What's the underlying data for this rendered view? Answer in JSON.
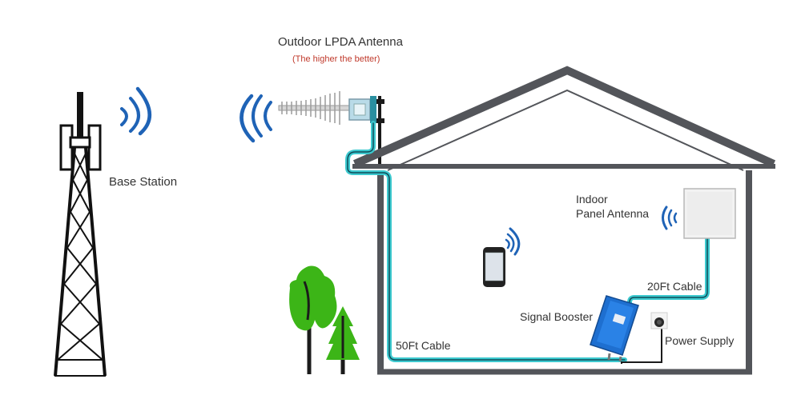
{
  "labels": {
    "outdoor_antenna": "Outdoor LPDA Antenna",
    "outdoor_note": "(The higher the better)",
    "base_station": "Base Station",
    "indoor_antenna_line1": "Indoor",
    "indoor_antenna_line2": "Panel Antenna",
    "cable_20": "20Ft Cable",
    "signal_booster": "Signal Booster",
    "power_supply": "Power Supply",
    "cable_50": "50Ft Cable"
  },
  "colors": {
    "cable": "#3cc9cf",
    "cable_core": "#0f4c59",
    "signal_waves": "#1f63b6",
    "house": "#53555a",
    "booster": "#1e6fd0",
    "tree": "#3cb517",
    "trunk": "#1b1b1b",
    "text": "#333333",
    "note": "#c0392b"
  },
  "icons": [
    "tower-icon",
    "lpda-antenna-icon",
    "panel-antenna-icon",
    "smartphone-icon",
    "signal-booster-icon",
    "power-outlet-icon",
    "tree-icon",
    "signal-wave-icon"
  ]
}
